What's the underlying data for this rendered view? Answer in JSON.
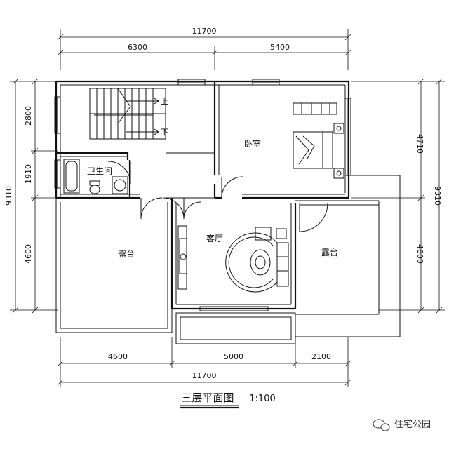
{
  "plan": {
    "title": "三层平面图",
    "scale": "1:100",
    "watermark": "住宅公园",
    "rooms": {
      "stairs_up": "上",
      "stairs_down": "下",
      "bedroom": "卧室",
      "bathroom": "卫生间",
      "living": "客厅",
      "terrace_left": "露台",
      "terrace_right": "露台"
    },
    "dims": {
      "top_total": "11700",
      "top_left": "6300",
      "top_right": "5400",
      "bottom_a": "4600",
      "bottom_b": "5000",
      "bottom_c": "2100",
      "bottom_total": "11700",
      "left_total": "9310",
      "left_top": "2800",
      "left_mid": "1910",
      "left_bot": "4600",
      "right_total": "9310",
      "right_top": "4710",
      "right_bot": "4600"
    }
  }
}
